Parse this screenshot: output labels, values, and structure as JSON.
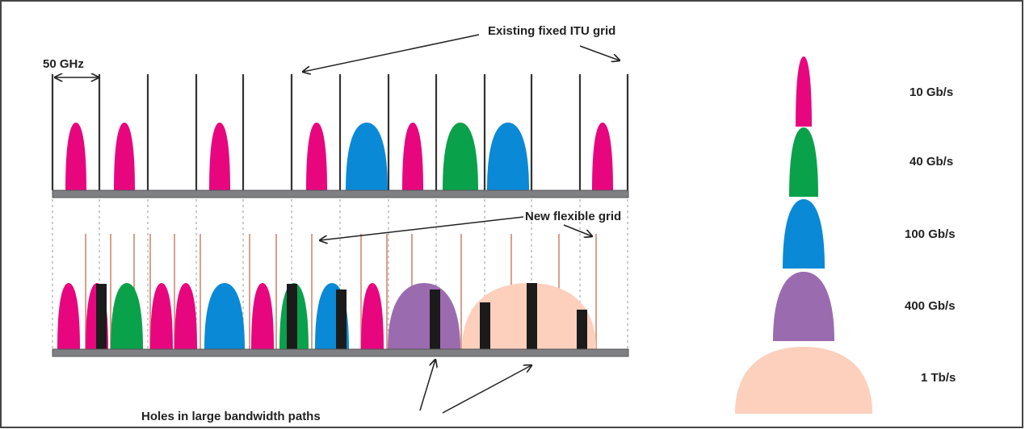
{
  "annotations": {
    "fixed_grid": "Existing fixed ITU grid",
    "spacing": "50 GHz",
    "flexible_grid": "New flexible grid",
    "holes": "Holes in large bandwidth paths"
  },
  "colors": {
    "10G": "#e8067f",
    "40G": "#0aa14b",
    "100G": "#0a89d6",
    "400G": "#9b6bb0",
    "1T": "#fcd0bd",
    "hole": "#1b1b1b",
    "fixed_line": "#333333",
    "flex_line": "#d9a08c",
    "ruler": "#7f8083",
    "frame": "#444444"
  },
  "legend": [
    {
      "rate": "10G",
      "label": "10 Gb/s"
    },
    {
      "rate": "40G",
      "label": "40 Gb/s"
    },
    {
      "rate": "100G",
      "label": "100 Gb/s"
    },
    {
      "rate": "400G",
      "label": "400 Gb/s"
    },
    {
      "rate": "1T",
      "label": "1 Tb/s"
    }
  ]
}
